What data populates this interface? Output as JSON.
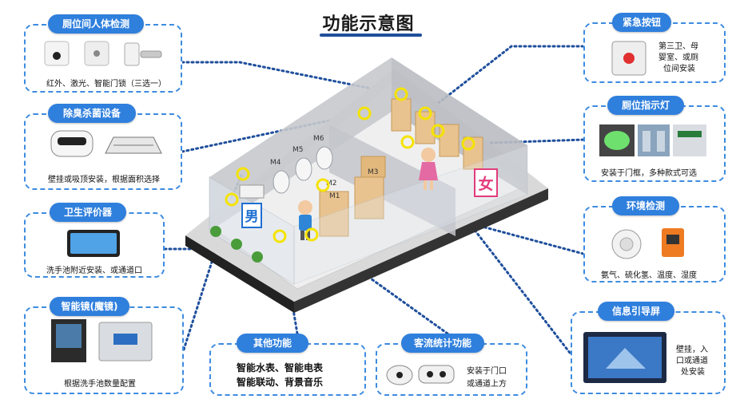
{
  "title": "功能示意图",
  "colors": {
    "accent": "#2f7fdd",
    "dashed": "#3d8be0",
    "connector": "#1f4f9c",
    "marker": "#f5e300"
  },
  "panels": {
    "presence": {
      "label": "厕位间人体检测",
      "caption": "红外、激光、智能门锁（三选一）"
    },
    "deodorize": {
      "label": "除臭杀菌设备",
      "caption": "壁挂或吸顶安装，根据面积选择"
    },
    "evaluator": {
      "label": "卫生评价器",
      "caption": "洗手池附近安装、或通道口"
    },
    "mirror": {
      "label": "智能镜(魔镜)",
      "caption": "根据洗手池数量配置"
    },
    "other": {
      "label": "其他功能",
      "line1": "智能水表、智能电表",
      "line2": "智能联动、背景音乐"
    },
    "flow": {
      "label": "客流统计功能",
      "line1": "安装于门口",
      "line2": "或通道上方"
    },
    "emergency": {
      "label": "紧急按钮",
      "line1": "第三卫、母",
      "line2": "婴室、或厕",
      "line3": "位间安装"
    },
    "indicator": {
      "label": "厕位指示灯",
      "caption": "安装于门框，多种款式可选"
    },
    "environment": {
      "label": "环境检测",
      "caption": "氨气、硫化氢、温度、湿度"
    },
    "guide": {
      "label": "信息引导屏",
      "line1": "壁挂，入",
      "line2": "口或通道",
      "line3": "处安装"
    }
  },
  "scene": {
    "male_sign": "男",
    "female_sign": "女",
    "stall_labels": [
      "M1",
      "M2",
      "M3",
      "M4",
      "M5",
      "M6"
    ]
  }
}
